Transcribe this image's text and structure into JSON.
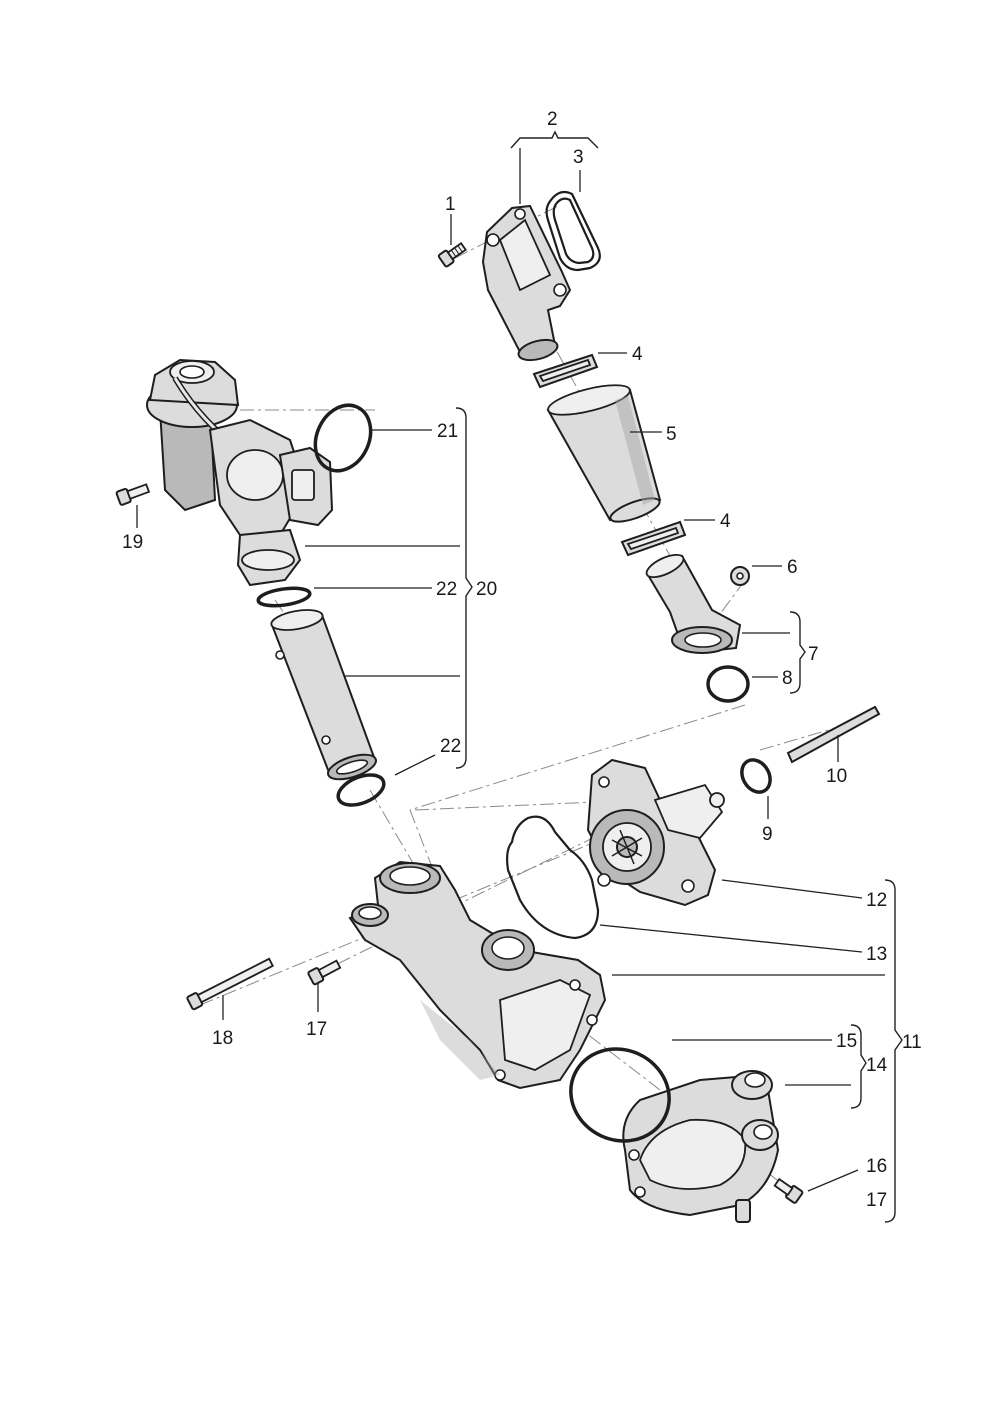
{
  "labels": {
    "p1": "1",
    "p2": "2",
    "p3": "3",
    "p4a": "4",
    "p4b": "4",
    "p5": "5",
    "p6": "6",
    "p7": "7",
    "p8": "8",
    "p9": "9",
    "p10": "10",
    "p11": "11",
    "p12": "12",
    "p13": "13",
    "p14": "14",
    "p15": "15",
    "p16": "16",
    "p17a": "17",
    "p17b": "17",
    "p18": "18",
    "p19": "19",
    "p20": "20",
    "p21": "21",
    "p22a": "22",
    "p22b": "22"
  }
}
